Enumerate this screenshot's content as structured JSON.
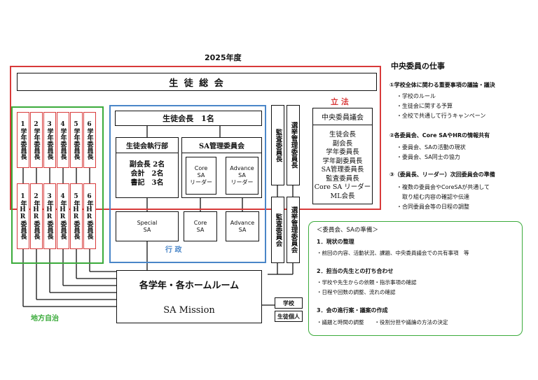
{
  "year": "2025年度",
  "general_assembly": "生 徒 総 会",
  "legislative_label": "立 法",
  "central_committee": {
    "title": "中央委員議会",
    "members": "生徒会長\n副会長\n学年委員長\n学年副委員長\nSA管理委員長\n監査委員長\nCore SA リーダー\nML会長"
  },
  "class_committees": {
    "grade_leaders": [
      "1学年委員長",
      "2学年委員長",
      "3学年委員長",
      "4学年委員長",
      "5学年委員長",
      "6学年委員長"
    ],
    "hr_leaders": [
      "1年HR委員長",
      "2年HR委員長",
      "3年HR委員長",
      "4年HR委員長",
      "5年HR委員長",
      "6年HR委員長"
    ],
    "label": "地方自治"
  },
  "executive": {
    "president": "生徒会長　1名",
    "exec_dept_title": "生徒会執行部",
    "exec_dept_members": "副会長 2名\n会計　2名\n書記　3名",
    "sa_committee_title": "SA管理委員会",
    "core_sa_leader": "Core\nSA\nリーダー",
    "advance_sa_leader": "Advance\nSA\nリーダー",
    "special_sa": "Special\nSA",
    "core_sa": "Core\nSA",
    "advance_sa": "Advance\nSA",
    "label": "行 政"
  },
  "audit_committee_1": "監査委員長",
  "election_committee_1": "選挙管理委員長",
  "audit_committee_2": "監査委員会",
  "election_committee_2": "選挙管理委員会",
  "homeroom": {
    "title": "各学年・各ホームルーム",
    "mission": "SA Mission"
  },
  "school_label": "学校",
  "individual_label": "生徒個人",
  "duties": {
    "title": "中央委員の仕事",
    "sections": [
      {
        "heading": "①学校全体に関わる重要事項の議論・議決",
        "items": [
          "・学校のルール",
          "・生徒会に関する予算",
          "・全校で共通して行うキャンペーン"
        ]
      },
      {
        "heading": "②各委員会、Core SAやHRの情報共有",
        "items": [
          "・委員会、SAの活動の現状",
          "・委員会、SA同士の協力"
        ]
      },
      {
        "heading": "③（委員長、リーダー）次回委員会の準備",
        "items": [
          "・複数の委員会やCoreSAが共通して",
          "　取り組む内容の確認や伝達",
          "・合同委員会等の日程の調整"
        ]
      }
    ]
  },
  "prep": {
    "title": "＜委員会、SAの準備＞",
    "sections": [
      {
        "heading": "1．現状の整理",
        "items": [
          "・前回の内容、活動状況、課題、中央委員議会での共有事項　等"
        ]
      },
      {
        "heading": "2．担当の先生との打ち合わせ",
        "items": [
          "・学校や先生からの依頼・指示事項の確認",
          "・日程や回数の調整、流れの確認"
        ]
      },
      {
        "heading": "3．会の進行案・議案の作成",
        "items": [
          "・議題と時間の調整　　・役割分担や議論の方法の決定"
        ]
      }
    ]
  }
}
